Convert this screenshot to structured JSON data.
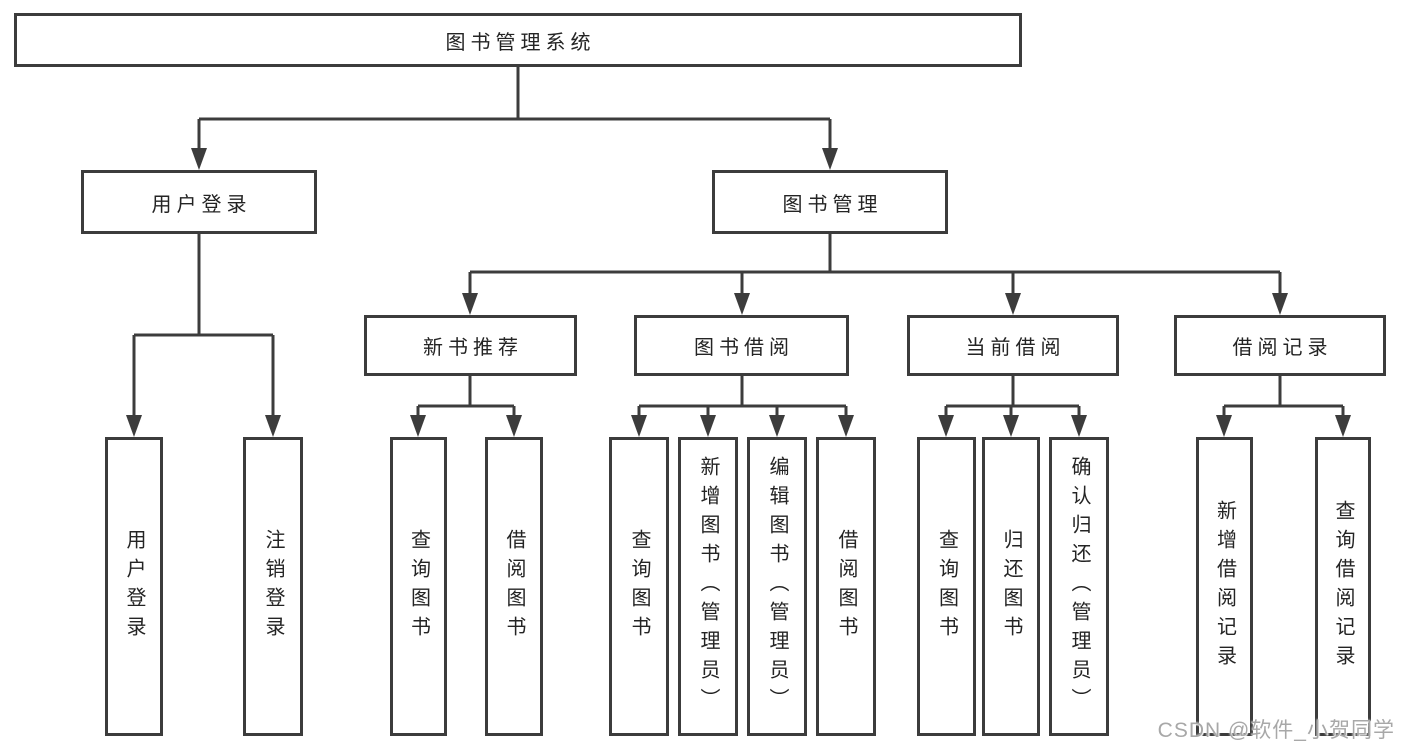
{
  "diagram": {
    "root": {
      "label": "图书管理系统"
    },
    "level2": [
      {
        "id": "user-login",
        "label": "用户登录"
      },
      {
        "id": "book-management",
        "label": "图书管理"
      }
    ],
    "level3": [
      {
        "id": "new-book-recommend",
        "parent": "图书管理",
        "label": "新书推荐"
      },
      {
        "id": "book-borrow",
        "parent": "图书管理",
        "label": "图书借阅"
      },
      {
        "id": "current-borrow",
        "parent": "图书管理",
        "label": "当前借阅"
      },
      {
        "id": "borrow-records",
        "parent": "图书管理",
        "label": "借阅记录"
      }
    ],
    "leaves": [
      {
        "parent": "用户登录",
        "label": "用户登录"
      },
      {
        "parent": "用户登录",
        "label": "注销登录"
      },
      {
        "parent": "新书推荐",
        "label": "查询图书"
      },
      {
        "parent": "新书推荐",
        "label": "借阅图书"
      },
      {
        "parent": "图书借阅",
        "label": "查询图书"
      },
      {
        "parent": "图书借阅",
        "label": "新增图书（管理员）"
      },
      {
        "parent": "图书借阅",
        "label": "编辑图书（管理员）"
      },
      {
        "parent": "图书借阅",
        "label": "借阅图书"
      },
      {
        "parent": "当前借阅",
        "label": "查询图书"
      },
      {
        "parent": "当前借阅",
        "label": "归还图书"
      },
      {
        "parent": "当前借阅",
        "label": "确认归还（管理员）"
      },
      {
        "parent": "借阅记录",
        "label": "新增借阅记录"
      },
      {
        "parent": "借阅记录",
        "label": "查询借阅记录"
      }
    ]
  },
  "watermark": {
    "text": "CSDN @软件_小贺同学"
  },
  "colors": {
    "line": "#3c3c3c",
    "text": "#242424",
    "background": "#ffffff",
    "watermark": "#a8a8a8"
  }
}
